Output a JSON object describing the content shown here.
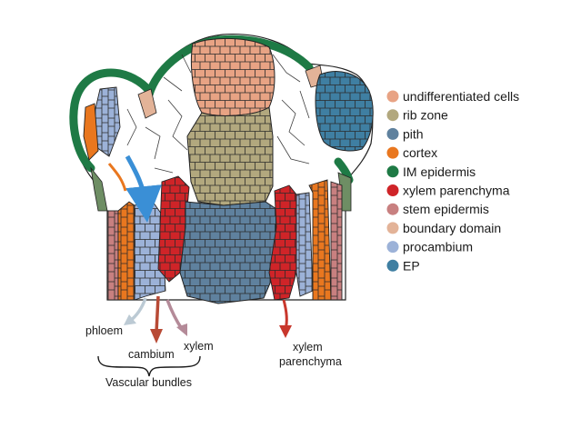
{
  "legend": {
    "items": [
      {
        "key": "undiff",
        "label": "undifferentiated cells",
        "color": "#E8A384"
      },
      {
        "key": "rib",
        "label": "rib zone",
        "color": "#B2A87E"
      },
      {
        "key": "pith",
        "label": "pith",
        "color": "#5F819E"
      },
      {
        "key": "cortex",
        "label": "cortex",
        "color": "#E9771F"
      },
      {
        "key": "im_epidermis",
        "label": "IM epidermis",
        "color": "#1E7A45"
      },
      {
        "key": "xylem_parenchyma",
        "label": "xylem parenchyma",
        "color": "#CF2428"
      },
      {
        "key": "stem_epidermis",
        "label": "stem epidermis",
        "color": "#C88080"
      },
      {
        "key": "boundary",
        "label": "boundary domain",
        "color": "#E3B398"
      },
      {
        "key": "procambium",
        "label": "procambium",
        "color": "#9CB2D8"
      },
      {
        "key": "ep",
        "label": "EP",
        "color": "#3F7FA2"
      }
    ]
  },
  "annotations": {
    "phloem": "phloem",
    "cambium": "cambium",
    "xylem": "xylem",
    "xylem_parenchyma_line1": "xylem",
    "xylem_parenchyma_line2": "parenchyma",
    "vascular_bundles": "Vascular bundles"
  },
  "colors": {
    "white_cells": "#FFFFFF",
    "outline": "#222222",
    "transition_arrow": "#3A8FD6",
    "phloem_arrow": "#BCCAD4",
    "cambium_arrow": "#B84A35",
    "xylem_arrow": "#B48A98",
    "xp_arrow": "#C8372C"
  }
}
